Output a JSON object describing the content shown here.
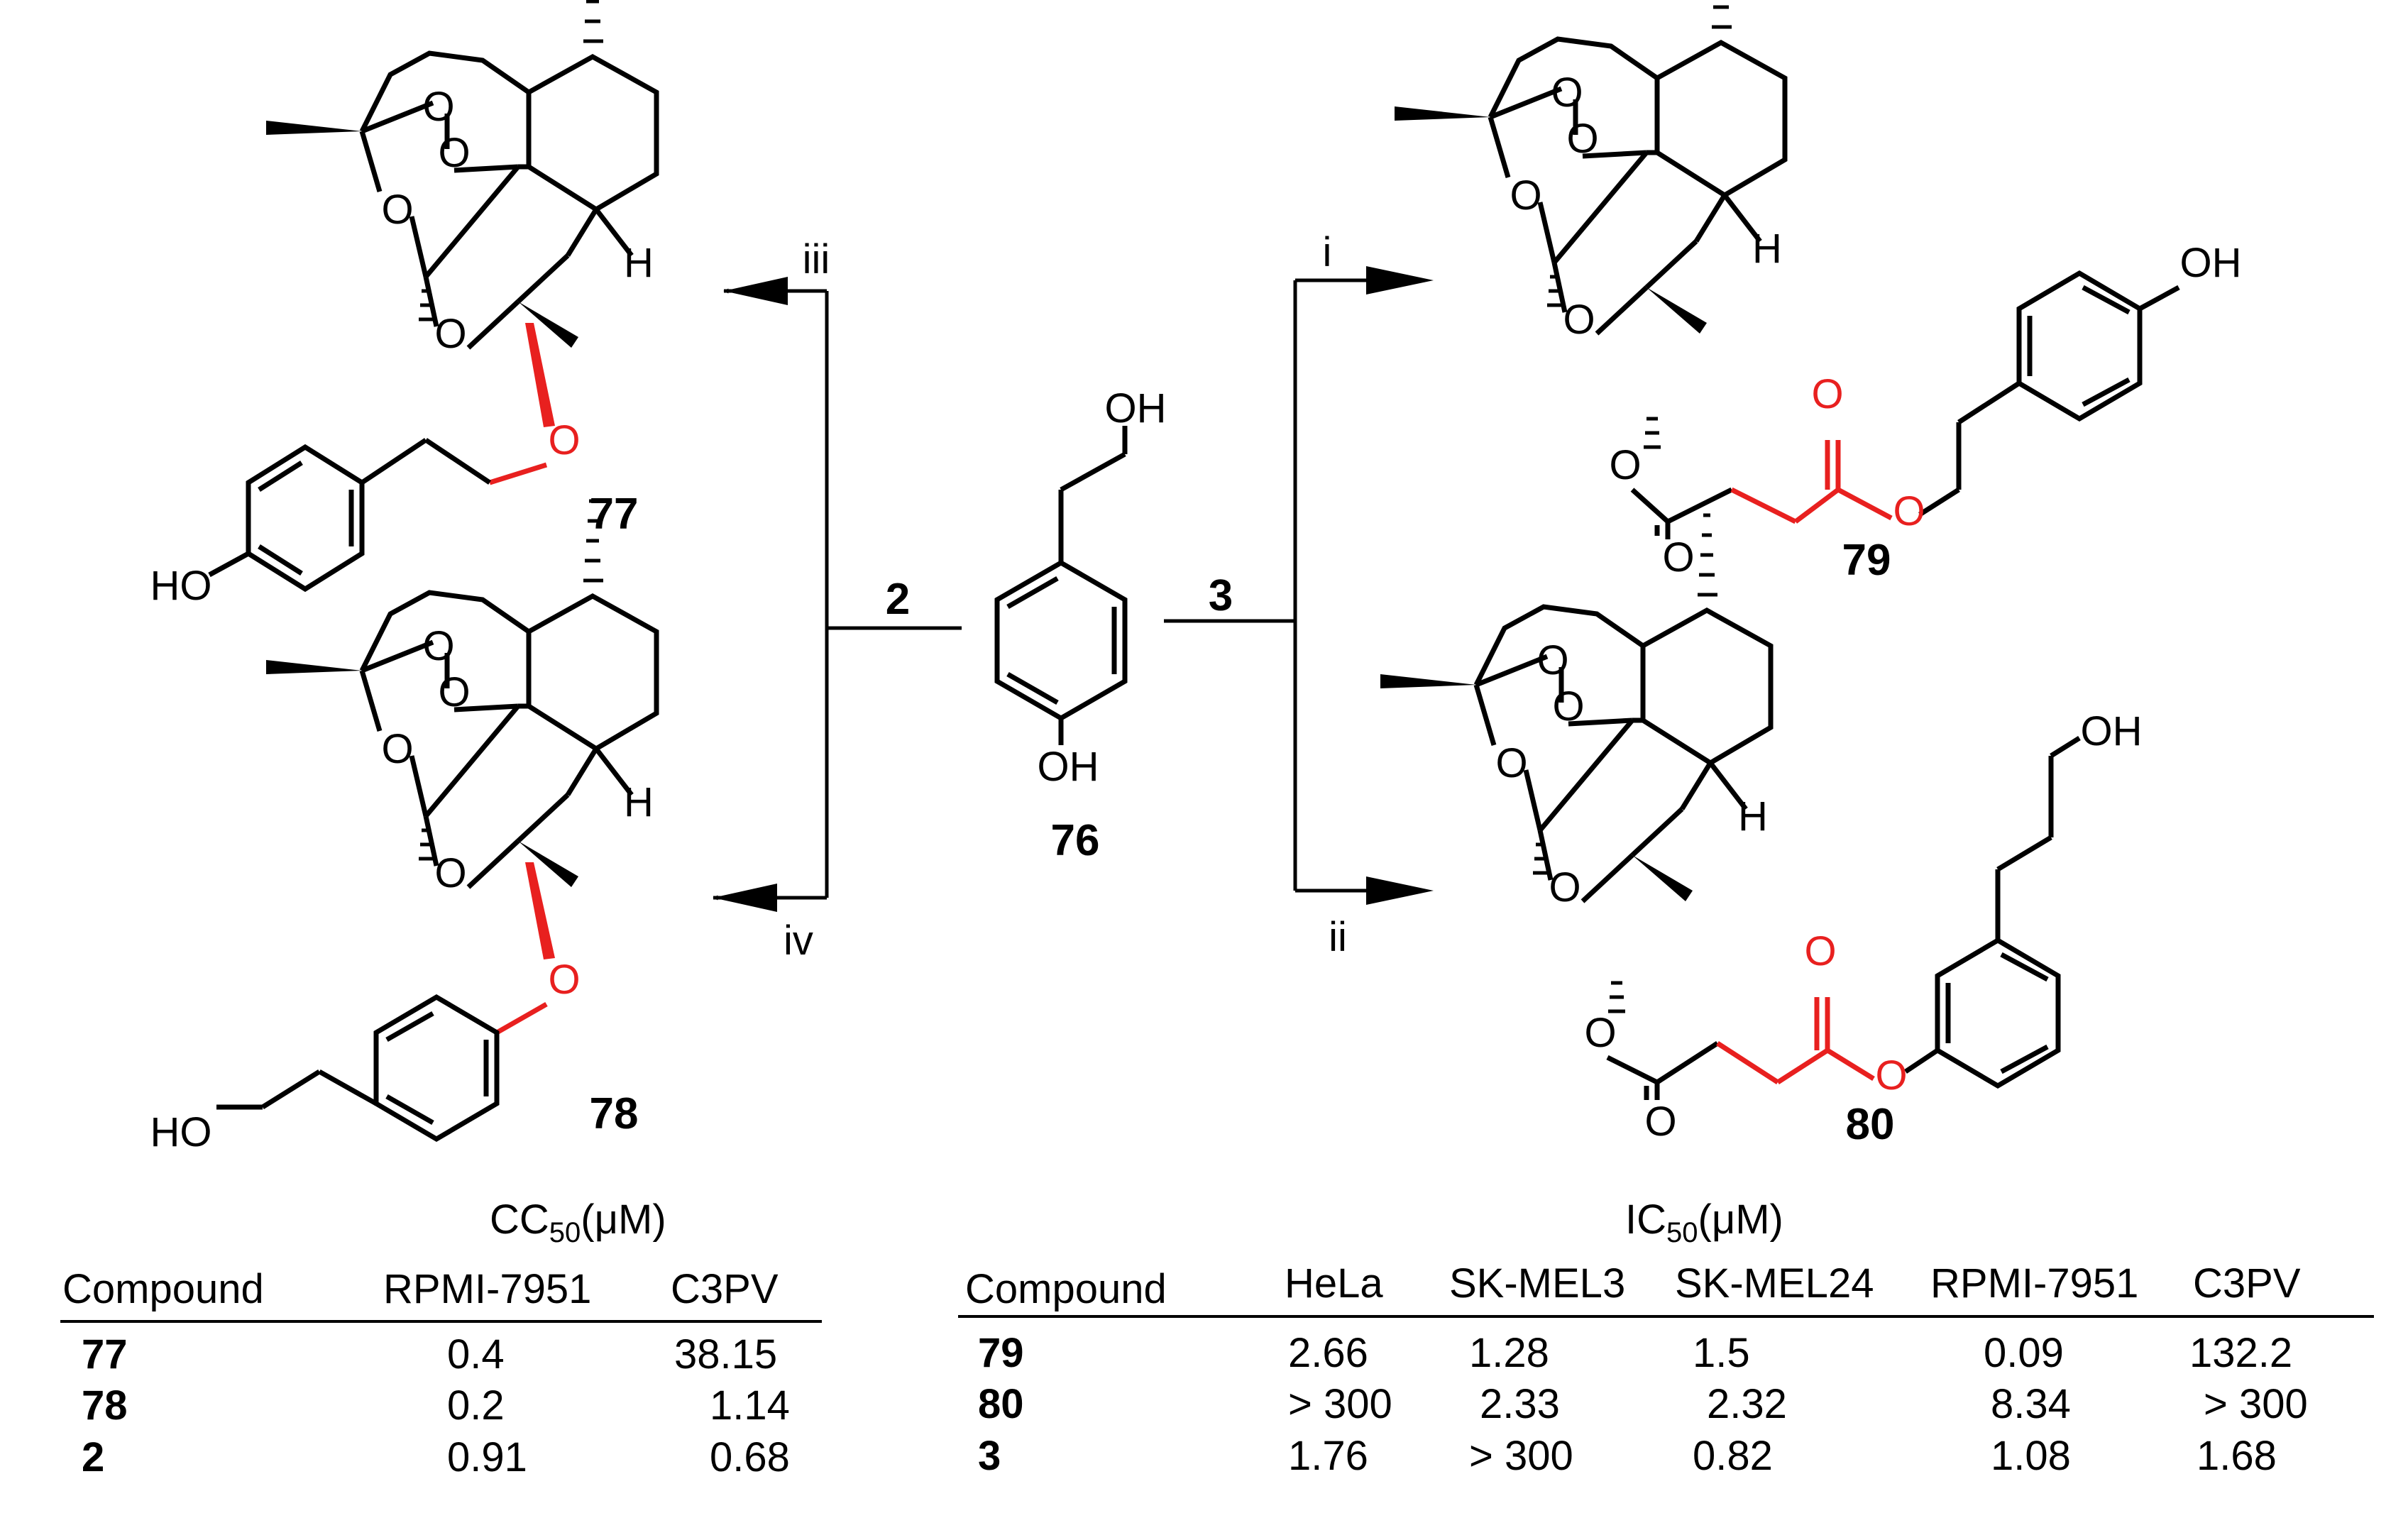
{
  "scheme": {
    "compounds": {
      "c76": {
        "label": "76",
        "oh_top": "OH",
        "oh_bottom": "OH"
      },
      "c77": {
        "label": "77",
        "ho": "HO",
        "h": "H",
        "o": "O"
      },
      "c78": {
        "label": "78",
        "ho": "HO",
        "h": "H",
        "o": "O"
      },
      "c79": {
        "label": "79",
        "oh": "OH",
        "h": "H",
        "o": "O"
      },
      "c80": {
        "label": "80",
        "oh": "OH",
        "h": "H",
        "o": "O"
      }
    },
    "reagents": {
      "left": "2",
      "right": "3"
    },
    "conditions": {
      "i": "i",
      "ii": "ii",
      "iii": "iii",
      "iv": "iv"
    },
    "colors": {
      "bond": "#000000",
      "highlight": "#e8201f"
    }
  },
  "table_cc50": {
    "title_main": "CC",
    "title_sub": "50",
    "title_unit": "(μM)",
    "columns": [
      "Compound",
      "RPMI-7951",
      "C3PV"
    ],
    "rows": [
      [
        "77",
        "0.4",
        "38.15"
      ],
      [
        "78",
        "0.2",
        "1.14"
      ],
      [
        "2",
        "0.91",
        "0.68"
      ]
    ]
  },
  "table_ic50": {
    "title_main": "IC",
    "title_sub": "50",
    "title_unit": "(μM)",
    "columns": [
      "Compound",
      "HeLa",
      "SK-MEL3",
      "SK-MEL24",
      "RPMI-7951",
      "C3PV"
    ],
    "rows": [
      [
        "79",
        "2.66",
        "1.28",
        "1.5",
        "0.09",
        "132.2"
      ],
      [
        "80",
        "> 300",
        "2.33",
        "2.32",
        "8.34",
        "> 300"
      ],
      [
        "3",
        "1.76",
        "> 300",
        "0.82",
        "1.08",
        "1.68"
      ]
    ]
  }
}
